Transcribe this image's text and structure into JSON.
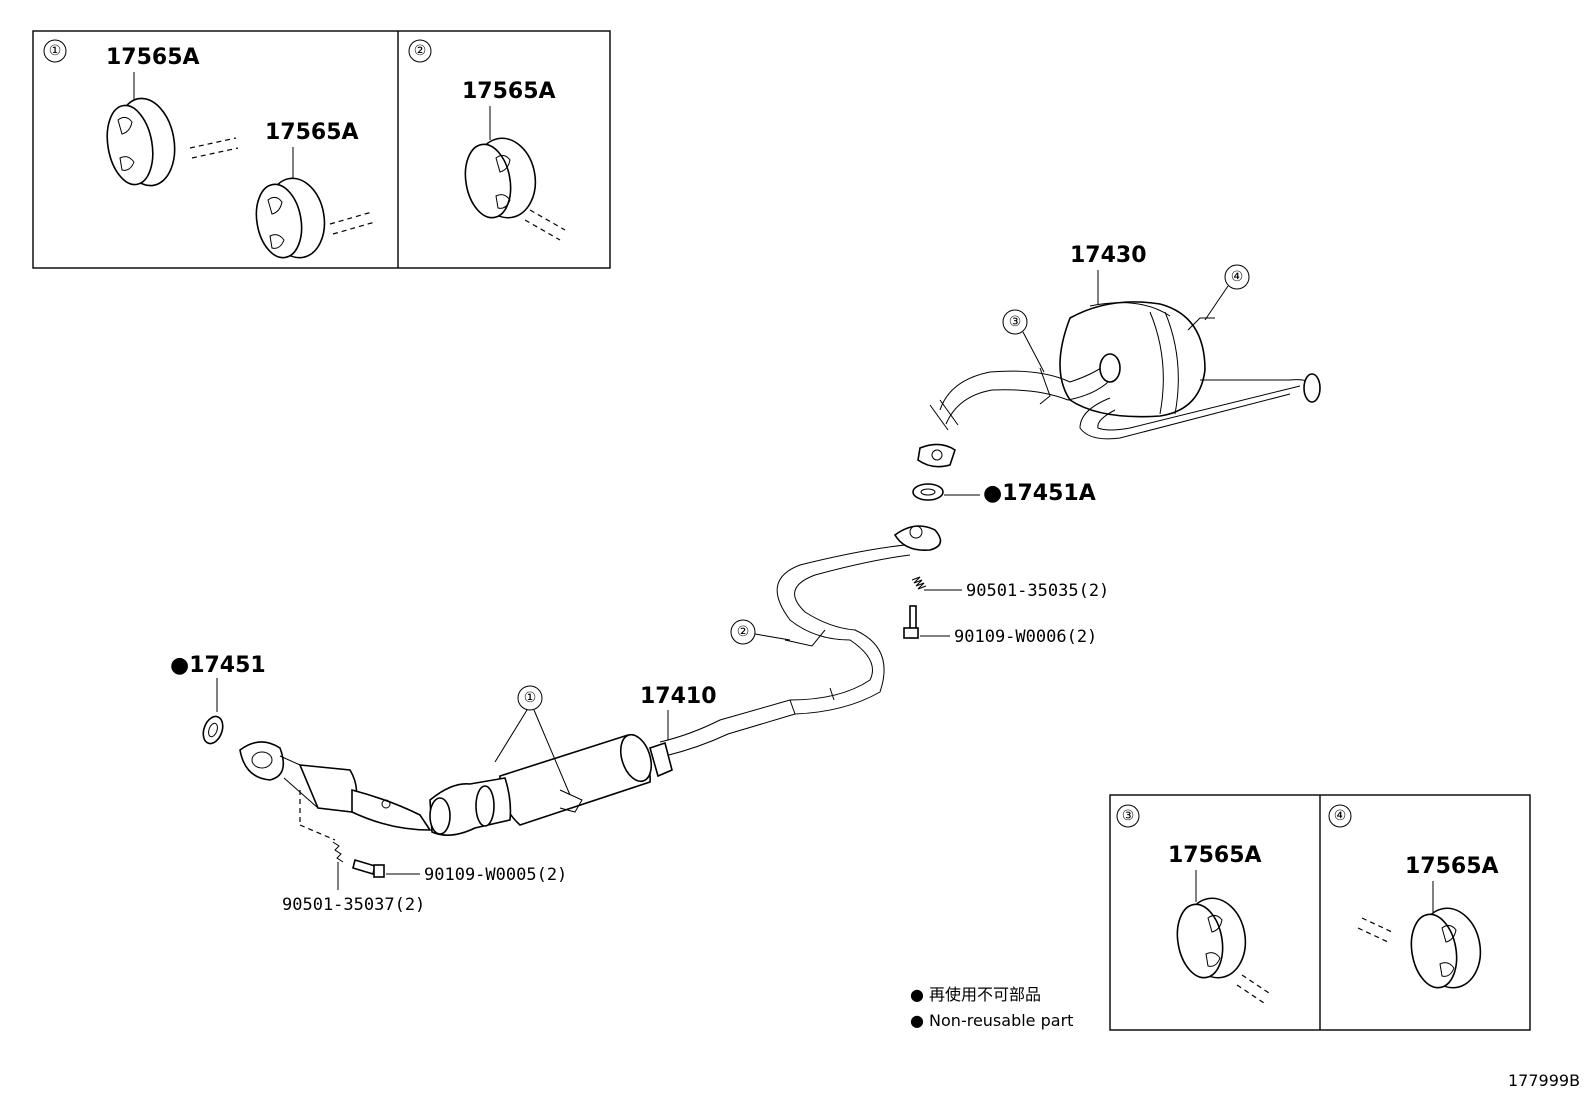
{
  "inset_boxes": [
    {
      "marker": "①",
      "labels": [
        "17565A",
        "17565A"
      ]
    },
    {
      "marker": "②",
      "labels": [
        "17565A"
      ]
    },
    {
      "marker": "③",
      "labels": [
        "17565A"
      ]
    },
    {
      "marker": "④",
      "labels": [
        "17565A"
      ]
    }
  ],
  "parts": {
    "tailpipe": "17430",
    "front_pipe": "17410",
    "gasket_front": "●17451",
    "gasket_center": "●17451A",
    "spring_center": "90501-35035(2)",
    "bolt_center": "90109-W0006(2)",
    "bolt_front": "90109-W0005(2)",
    "spring_front": "90501-35037(2)"
  },
  "callouts": {
    "c1": "①",
    "c2": "②",
    "c3": "③",
    "c4": "④"
  },
  "legend": {
    "jp": "● 再使用不可部品",
    "en": "● Non-reusable part"
  },
  "figure_ref": "177999B"
}
